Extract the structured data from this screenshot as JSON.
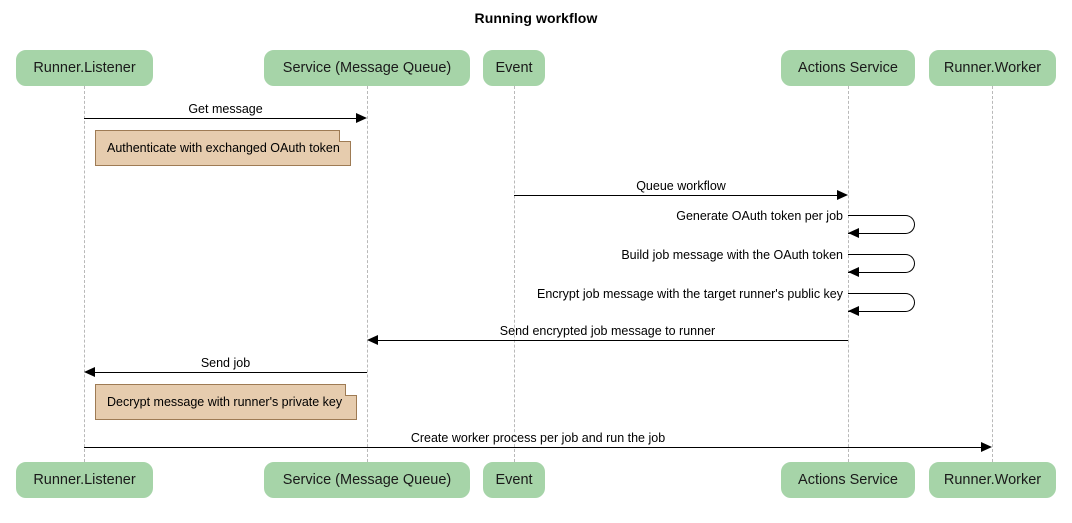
{
  "title": "Running workflow",
  "participants": [
    {
      "id": "runner-listener",
      "label": "Runner.Listener"
    },
    {
      "id": "service-message-queue",
      "label": "Service (Message Queue)"
    },
    {
      "id": "event",
      "label": "Event"
    },
    {
      "id": "actions-service",
      "label": "Actions Service"
    },
    {
      "id": "runner-worker",
      "label": "Runner.Worker"
    }
  ],
  "messages": [
    {
      "id": "get-message",
      "label": "Get message",
      "from": "runner-listener",
      "to": "service-message-queue",
      "direction": "right"
    },
    {
      "id": "queue-workflow",
      "label": "Queue workflow",
      "from": "event",
      "to": "actions-service",
      "direction": "right"
    },
    {
      "id": "send-encrypted-job-message",
      "label": "Send encrypted job message to runner",
      "from": "actions-service",
      "to": "service-message-queue",
      "direction": "left"
    },
    {
      "id": "send-job",
      "label": "Send job",
      "from": "service-message-queue",
      "to": "runner-listener",
      "direction": "left"
    },
    {
      "id": "create-worker-process",
      "label": "Create worker process per job and run the job",
      "from": "runner-listener",
      "to": "runner-worker",
      "direction": "right"
    }
  ],
  "self_messages": [
    {
      "id": "generate-oauth-token",
      "label": "Generate OAuth token per job",
      "on": "actions-service"
    },
    {
      "id": "build-job-message",
      "label": "Build job message with the OAuth token",
      "on": "actions-service"
    },
    {
      "id": "encrypt-job-message",
      "label": "Encrypt job message with the target runner's public key",
      "on": "actions-service"
    }
  ],
  "notes": [
    {
      "id": "authenticate-note",
      "label": "Authenticate with exchanged OAuth token",
      "anchor": "runner-listener"
    },
    {
      "id": "decrypt-note",
      "label": "Decrypt message with runner's private key",
      "anchor": "runner-listener"
    }
  ],
  "colors": {
    "participant_fill": "#a6d4a8",
    "note_fill": "#e6ccae",
    "note_border": "#9e7b54",
    "lifeline": "#b9b9b9",
    "arrow": "#000000"
  }
}
